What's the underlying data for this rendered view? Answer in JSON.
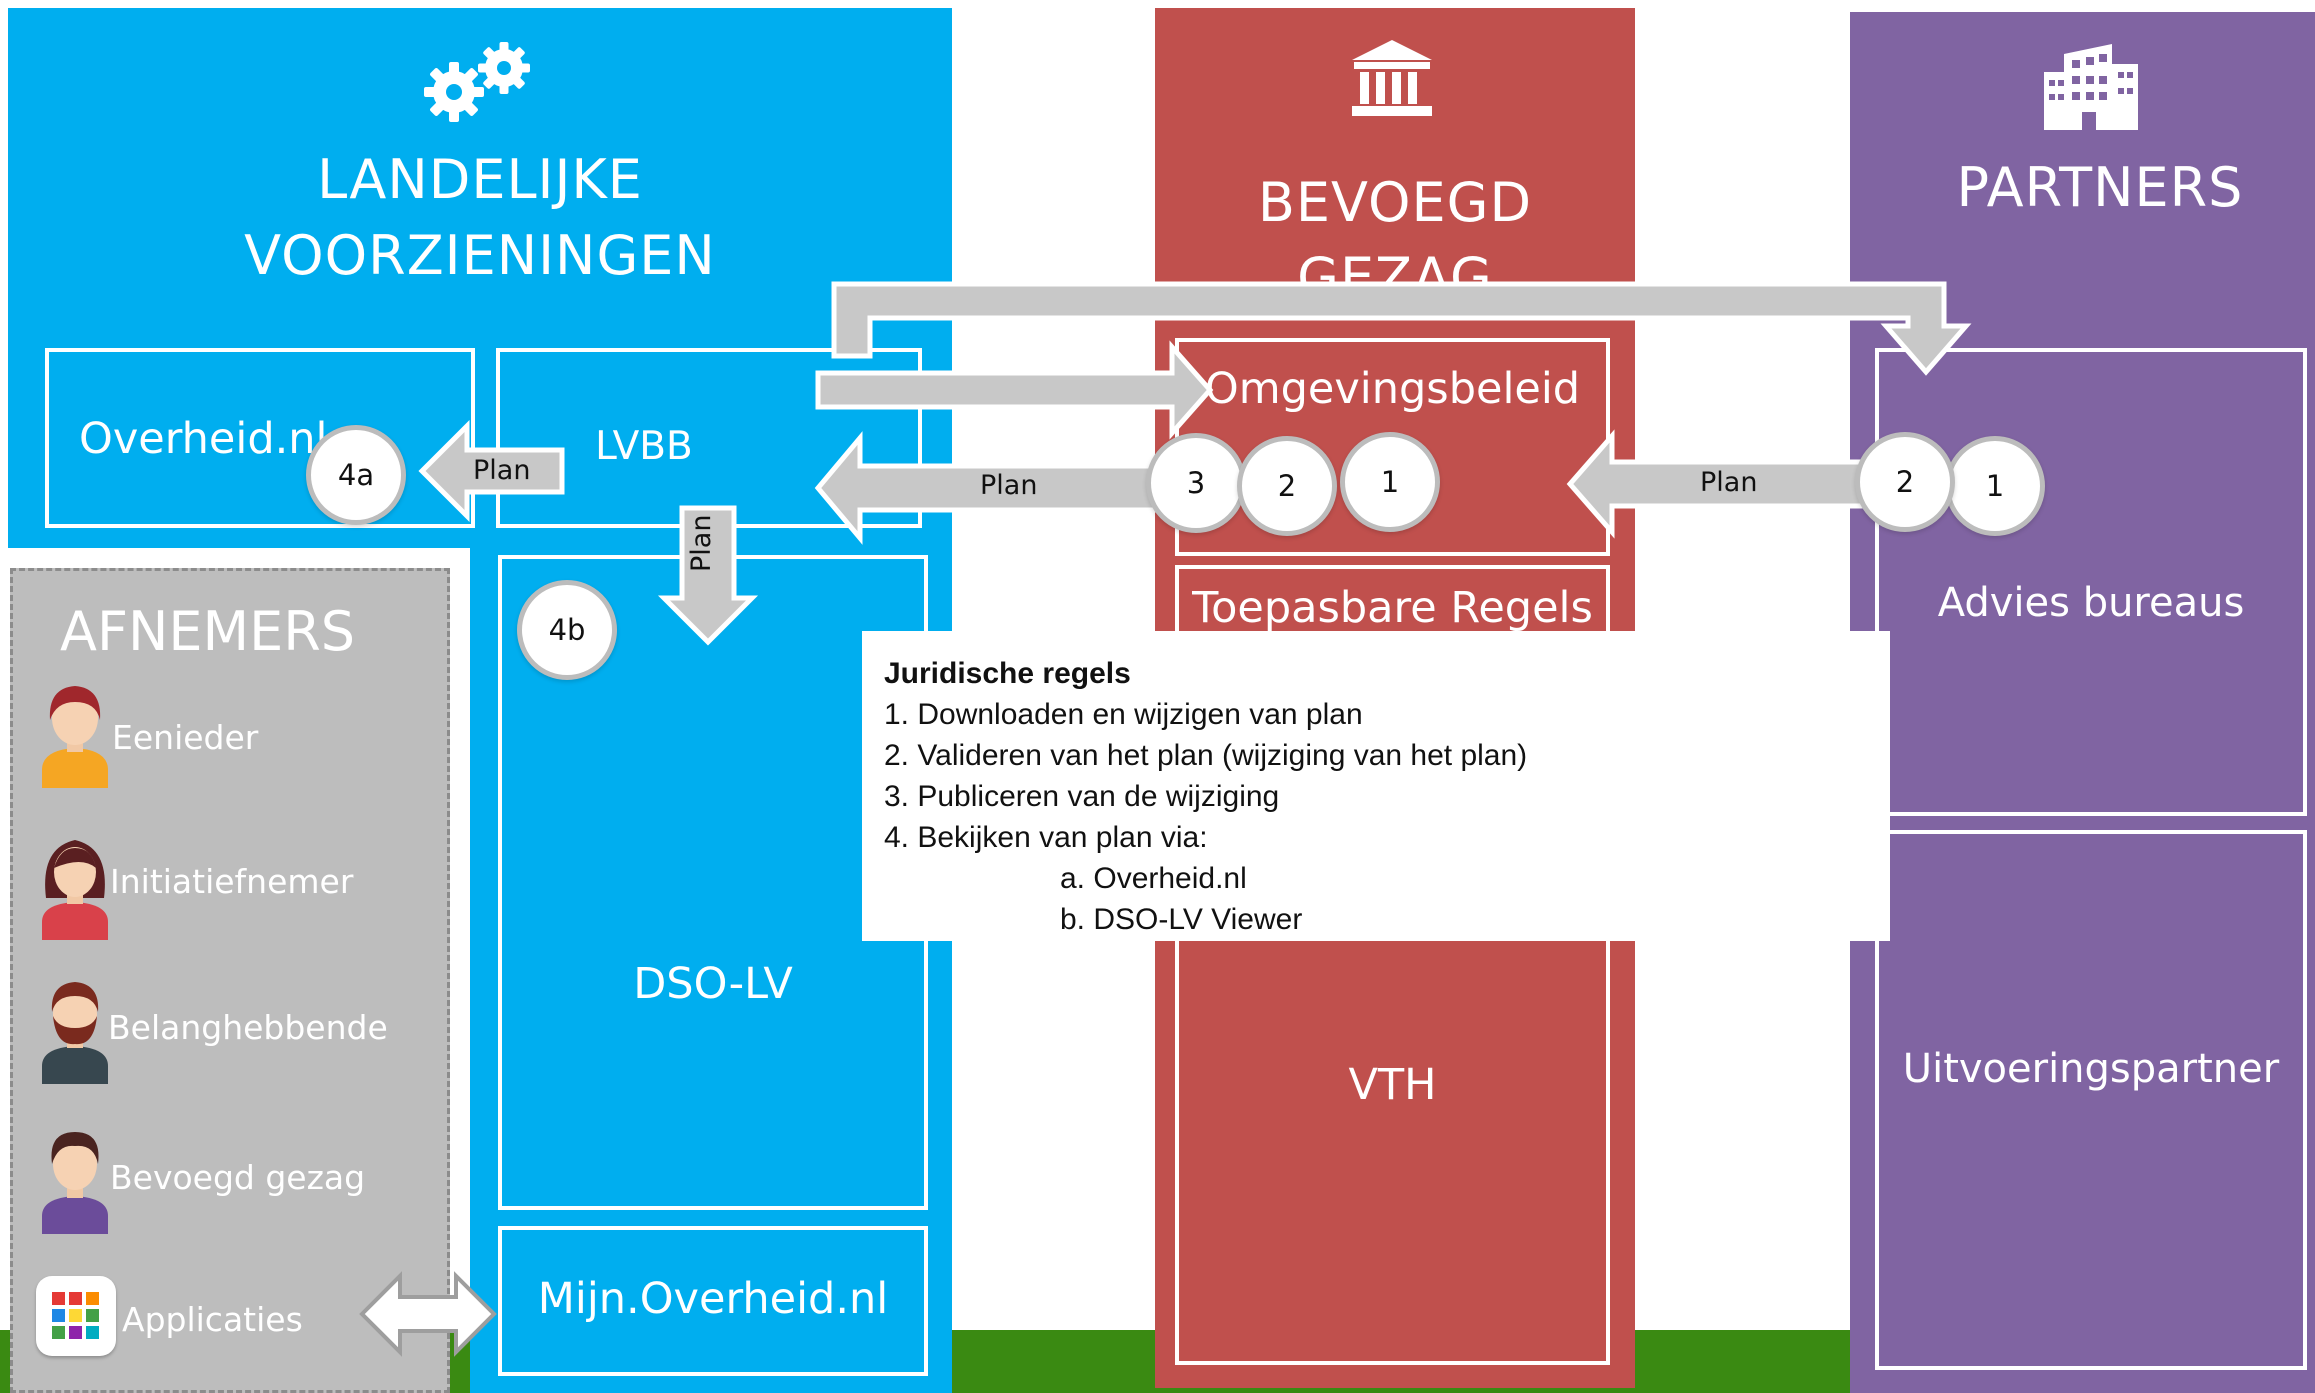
{
  "columns": {
    "landelijke": {
      "title_line1": "LANDELIJKE",
      "title_line2": "VOORZIENINGEN",
      "icon": "gears-icon",
      "color": "#00AEEF"
    },
    "bevoegd": {
      "title_line1": "BEVOEGD",
      "title_line2": "GEZAG",
      "icon": "government-building-icon",
      "color": "#C0504D"
    },
    "partners": {
      "title": "PARTNERS",
      "icon": "office-building-icon",
      "color": "#8064A2"
    }
  },
  "boxes": {
    "overheid": "Overheid.nl",
    "lvbb": "LVBB",
    "dso": "DSO-LV",
    "mijn_overheid": "Mijn.Overheid.nl",
    "omgevingsbeleid": "Omgevingsbeleid",
    "toepasbare_regels": "Toepasbare Regels",
    "vth": "VTH",
    "advies": "Advies bureaus",
    "uitvoering": "Uitvoeringspartner"
  },
  "afnemers": {
    "title": "AFNEMERS",
    "items": [
      {
        "label": "Eenieder",
        "icon": "person-yellow-icon"
      },
      {
        "label": "Initiatiefnemer",
        "icon": "person-woman-icon"
      },
      {
        "label": "Belanghebbende",
        "icon": "person-bearded-icon"
      },
      {
        "label": "Bevoegd gezag",
        "icon": "person-purple-icon"
      },
      {
        "label": "Applicaties",
        "icon": "apps-grid-icon"
      }
    ]
  },
  "arrows": {
    "plan_overheid": "Plan",
    "plan_dso": "Plan",
    "plan_lvbb": "Plan",
    "plan_omgeving": "Plan"
  },
  "steps": {
    "s4a": "4a",
    "s4b": "4b",
    "bg3": "3",
    "bg2": "2",
    "bg1": "1",
    "p2": "2",
    "p1": "1"
  },
  "note": {
    "title": "Juridische regels",
    "lines": [
      "1. Downloaden en wijzigen van plan",
      "2. Valideren van het plan (wijziging van het plan)",
      "3. Publiceren van de wijziging",
      "4. Bekijken van plan via:"
    ],
    "sub": [
      "a. Overheid.nl",
      "b. DSO-LV Viewer"
    ]
  }
}
